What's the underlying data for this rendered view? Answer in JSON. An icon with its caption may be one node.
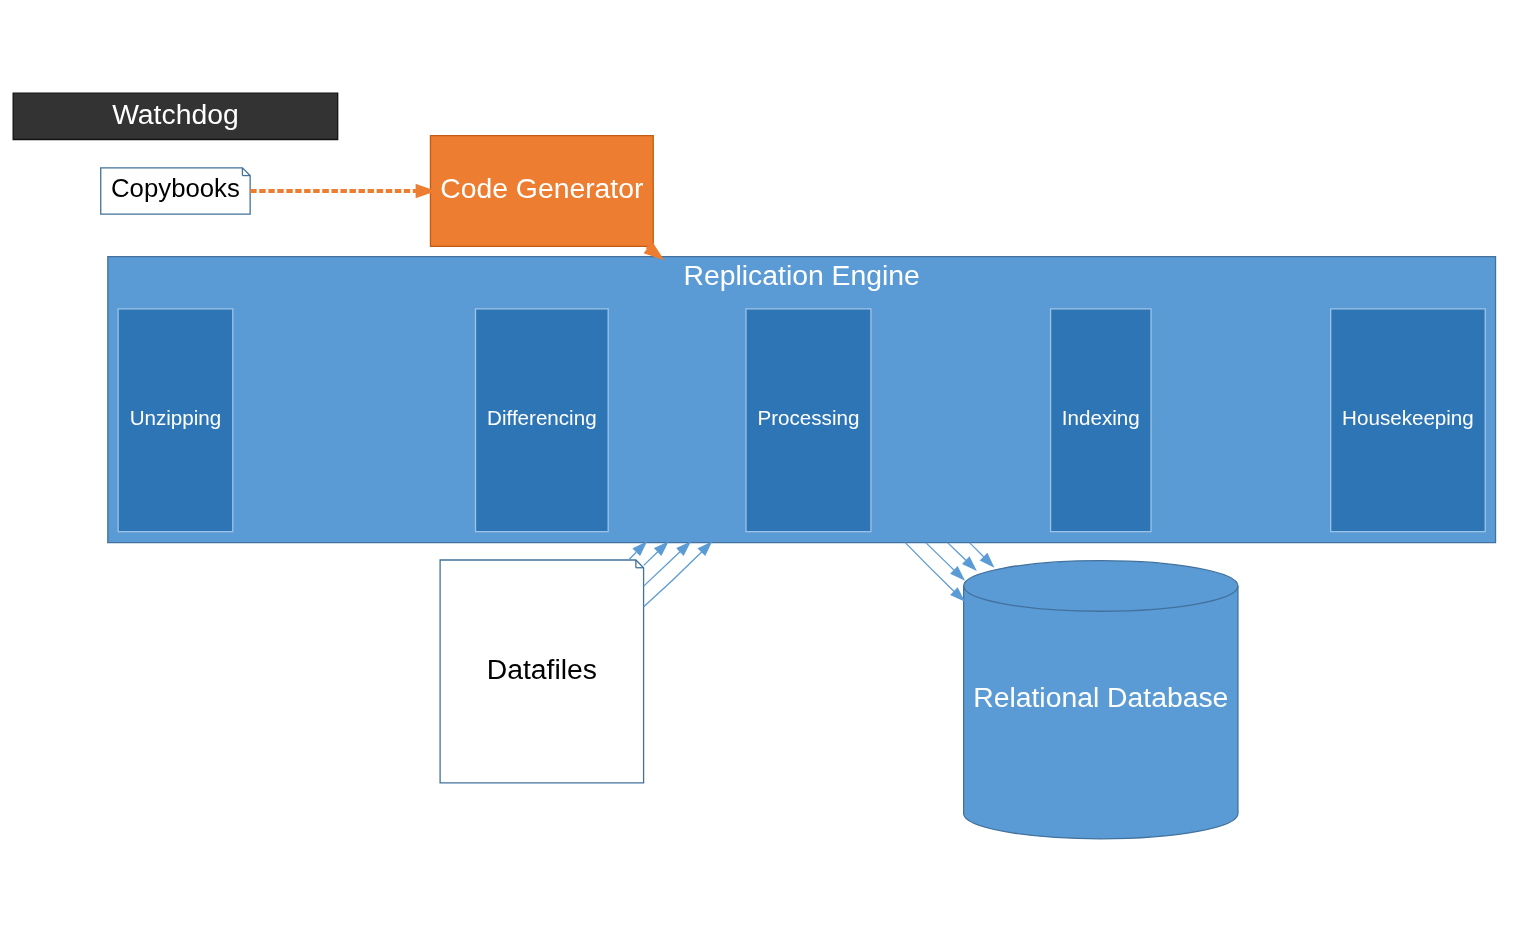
{
  "diagram": {
    "nodes": [
      {
        "text": [
          "Copybooks"
        ]
      },
      {
        "text": [
          "Code Generator"
        ]
      },
      {
        "text": [
          "Replication Engine"
        ]
      },
      {
        "text": [
          "Unzipping"
        ],
        "in": 2
      },
      {
        "text": [
          "Differencing"
        ],
        "in": 2
      },
      {
        "text": [
          "Processing"
        ],
        "in": 2
      },
      {
        "text": [
          "Indexing"
        ],
        "in": 2
      },
      {
        "text": [
          "Housekeeping"
        ],
        "in": 2
      },
      {
        "text": [
          "Datafiles"
        ]
      },
      {
        "text": [
          "Relational Database"
        ]
      },
      {
        "text": [
          "Watchdog"
        ]
      }
    ],
    "edges": [
      {
        "from": 0,
        "to": 1,
        "arrow": "to",
        "style": "dashed",
        "color": "#ed7d31"
      },
      {
        "from": 1,
        "to": 2,
        "arrow": "to",
        "style": "dashed",
        "color": "#ed7d31"
      },
      {
        "from": 8,
        "to": 2,
        "arrow": "to"
      },
      {
        "from": 8,
        "to": 2,
        "arrow": "to"
      },
      {
        "from": 8,
        "to": 2,
        "arrow": "to"
      },
      {
        "from": 8,
        "to": 2,
        "arrow": "to"
      },
      {
        "from": 2,
        "to": 9,
        "arrow": "to"
      },
      {
        "from": 2,
        "to": 9,
        "arrow": "to"
      },
      {
        "from": 2,
        "to": 9,
        "arrow": "to"
      },
      {
        "from": 2,
        "to": 9,
        "arrow": "to"
      }
    ]
  }
}
